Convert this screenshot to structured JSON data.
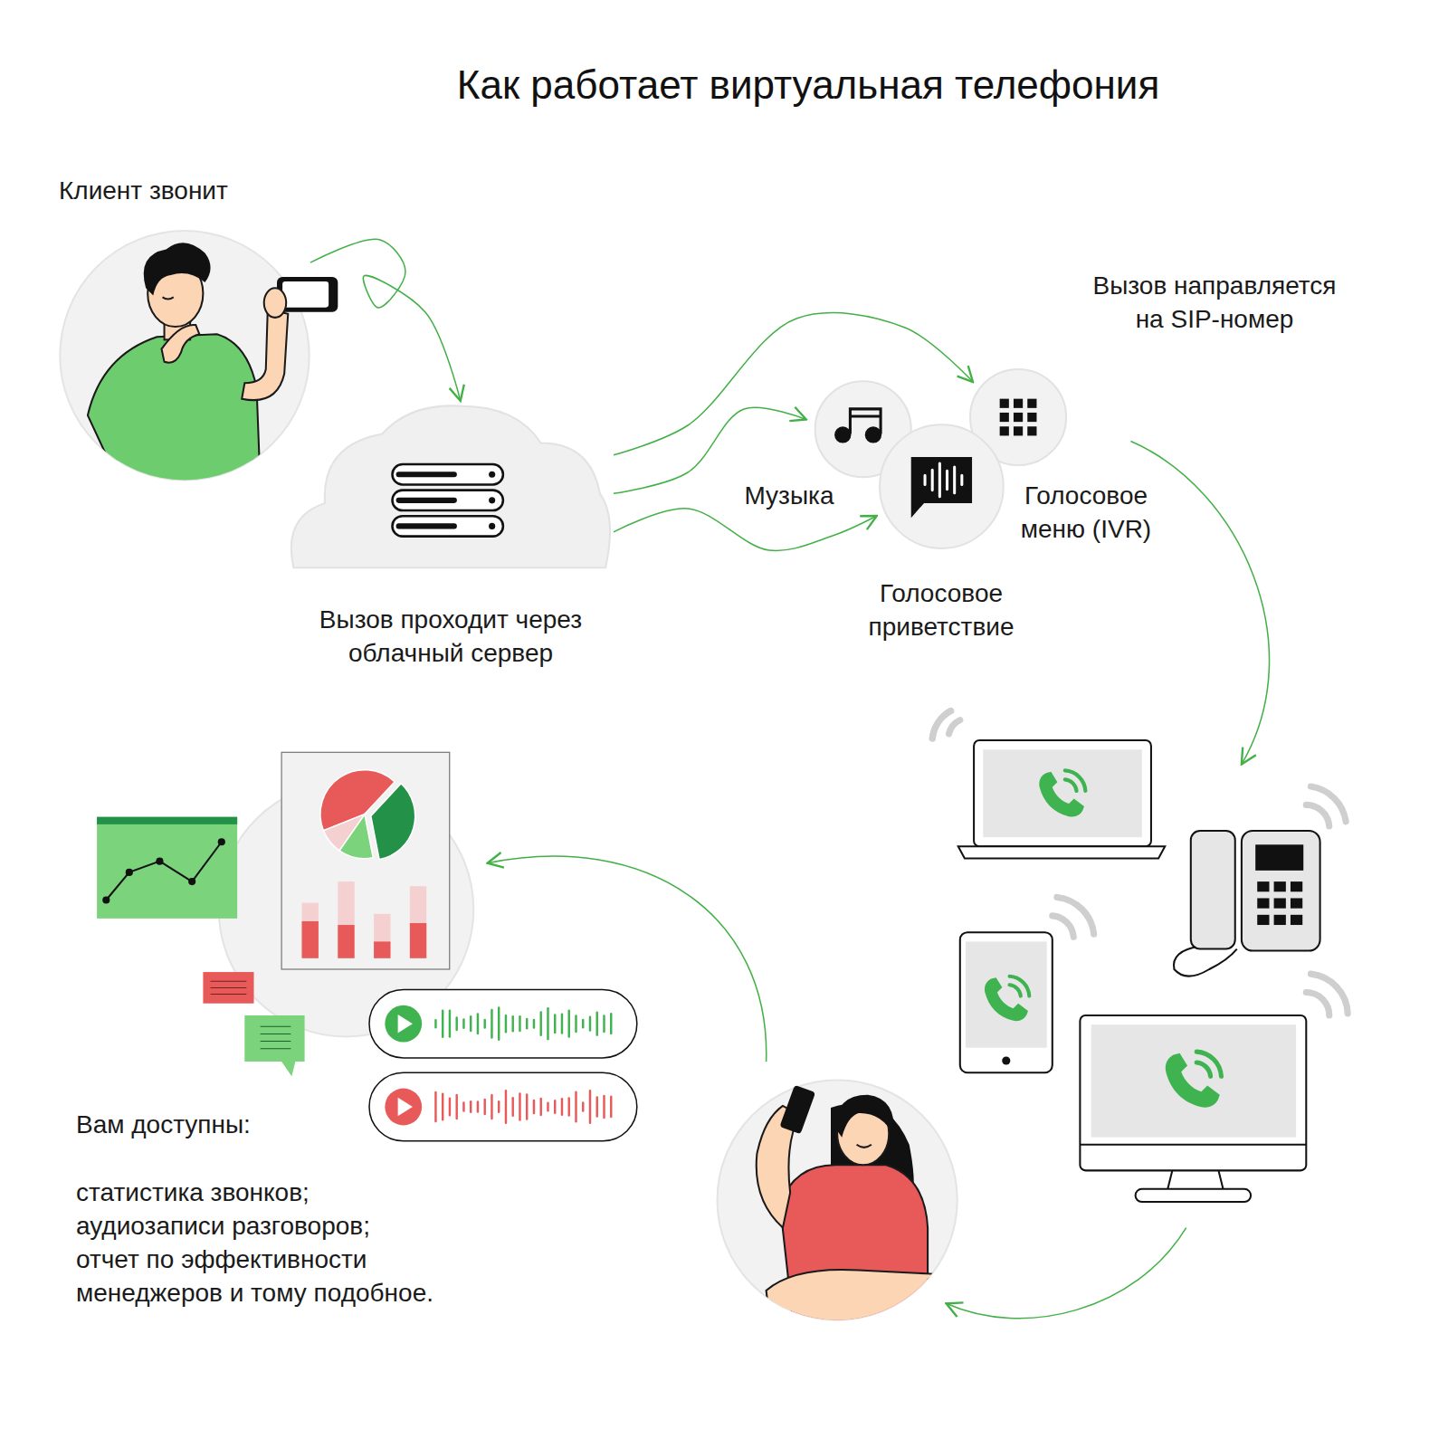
{
  "diagram": {
    "title": "Как работает виртуальная телефония",
    "nodes": [
      {
        "text": [
          "Клиент звонит"
        ]
      },
      {
        "text": [
          "Вызов проходит через облачный сервер"
        ]
      },
      {
        "text": [
          "Музыка"
        ]
      },
      {
        "text": [
          "Голосовое приветствие"
        ]
      },
      {
        "text": [
          "Голосовое меню (IVR)"
        ]
      },
      {
        "text": [
          "Вам доступны:",
          "статистика звонков;",
          "аудиозаписи разговоров;",
          "отчет по эффективности менеджеров и тому подобное."
        ]
      }
    ],
    "edges": [
      {
        "from": 0,
        "to": 1,
        "arrow": "to"
      },
      {
        "from": 1,
        "to": 2,
        "arrow": "to"
      },
      {
        "from": 1,
        "to": 3,
        "arrow": "to"
      },
      {
        "from": 1,
        "to": 4,
        "arrow": "to"
      }
    ],
    "labels": [
      "Вызов направляется на SIP-номер"
    ]
  }
}
